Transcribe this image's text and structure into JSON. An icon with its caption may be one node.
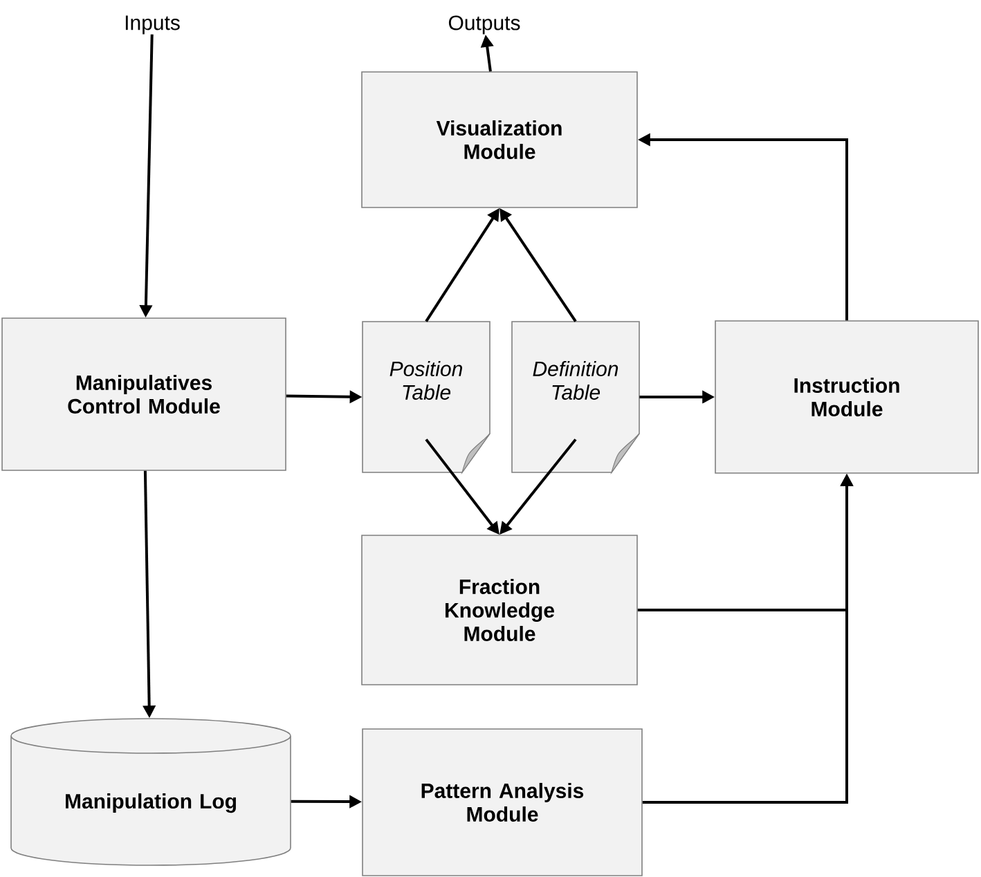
{
  "diagram": {
    "nodes": [
      {
        "text": [
          "Inputs"
        ]
      },
      {
        "text": [
          "Outputs"
        ]
      },
      {
        "text": [
          "Manipulatives Control Module"
        ]
      },
      {
        "text": [
          "Visualization Module"
        ]
      },
      {
        "text": [
          "Position Table"
        ]
      },
      {
        "text": [
          "Definition Table"
        ]
      },
      {
        "text": [
          "Instruction Module"
        ]
      },
      {
        "text": [
          "Fraction Knowledge Module"
        ]
      },
      {
        "text": [
          "Manipulation Log"
        ]
      },
      {
        "text": [
          "Pattern Analysis Module"
        ]
      }
    ],
    "edges": [
      {
        "from": 0,
        "to": 2,
        "arrow": "to"
      },
      {
        "from": 3,
        "to": 1,
        "arrow": "to"
      },
      {
        "from": 2,
        "to": 4,
        "arrow": "to"
      },
      {
        "from": 4,
        "to": 3,
        "arrow": "to"
      },
      {
        "from": 5,
        "to": 3,
        "arrow": "to"
      },
      {
        "from": 4,
        "to": 7,
        "arrow": "to"
      },
      {
        "from": 5,
        "to": 7,
        "arrow": "to"
      },
      {
        "from": 5,
        "to": 6,
        "arrow": "to"
      },
      {
        "from": 6,
        "to": 3,
        "arrow": "to"
      },
      {
        "from": 7,
        "to": 6,
        "arrow": "to"
      },
      {
        "from": 9,
        "to": 6,
        "arrow": "to"
      },
      {
        "from": 2,
        "to": 8,
        "arrow": "to"
      },
      {
        "from": 8,
        "to": 9,
        "arrow": "to"
      }
    ]
  }
}
